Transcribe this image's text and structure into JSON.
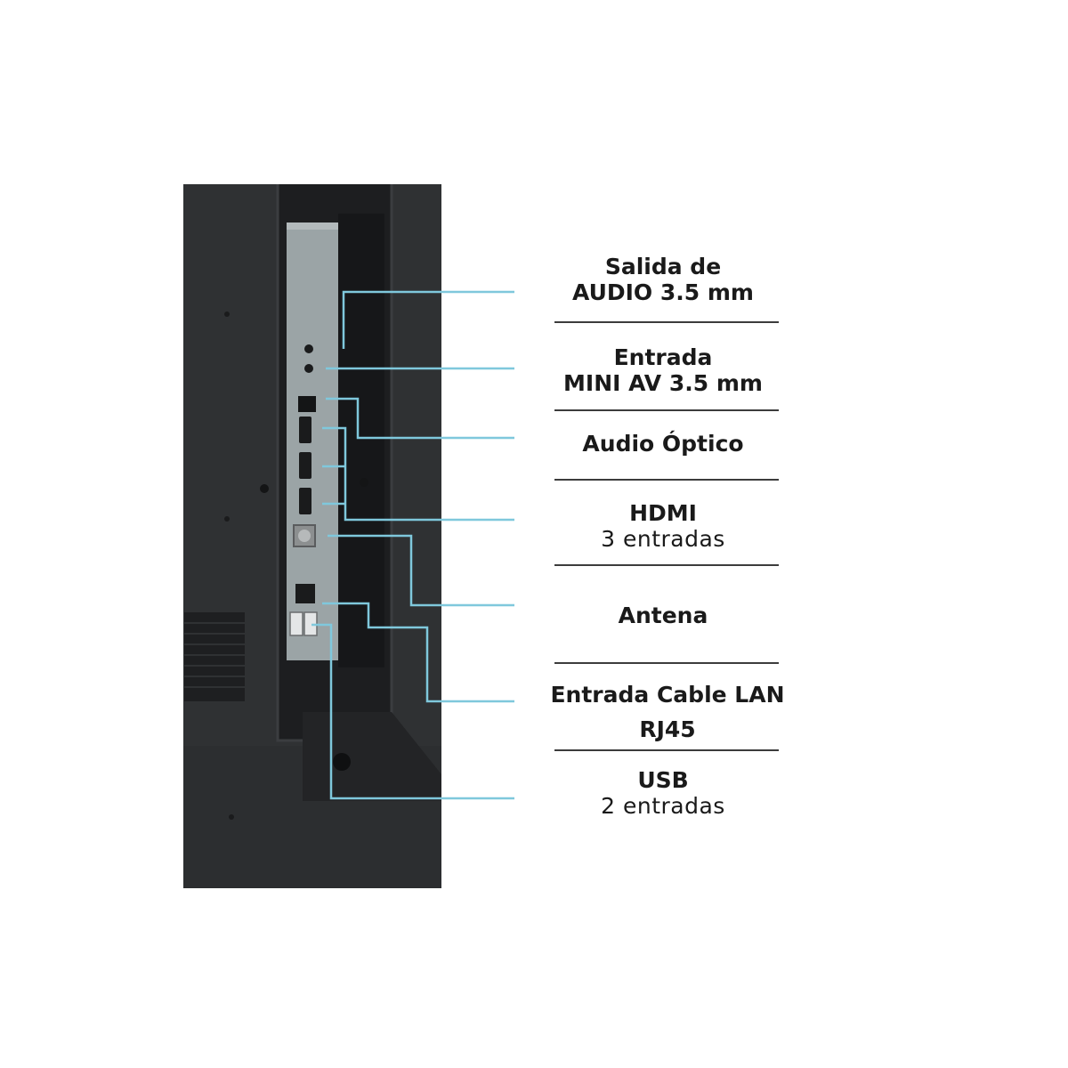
{
  "colors": {
    "callout": "#7fc8dc",
    "tv_body": "#2f3133",
    "tv_body_shade": "#26282a",
    "port_panel": "#9ba4a6",
    "text": "#1a1a1a"
  },
  "callouts": [
    {
      "id": "audio-out",
      "lines": [
        "Salida de",
        "AUDIO 3.5 mm"
      ]
    },
    {
      "id": "mini-av",
      "lines": [
        "Entrada",
        "MINI AV 3.5 mm"
      ]
    },
    {
      "id": "optical",
      "lines": [
        "Audio Óptico"
      ]
    },
    {
      "id": "hdmi",
      "lines": [
        "HDMI"
      ],
      "sub": "3 entradas"
    },
    {
      "id": "antenna",
      "lines": [
        "Antena"
      ]
    },
    {
      "id": "lan",
      "lines": [
        "Entrada Cable LAN",
        "RJ45"
      ]
    },
    {
      "id": "usb",
      "lines": [
        "USB"
      ],
      "sub": "2 entradas"
    }
  ]
}
